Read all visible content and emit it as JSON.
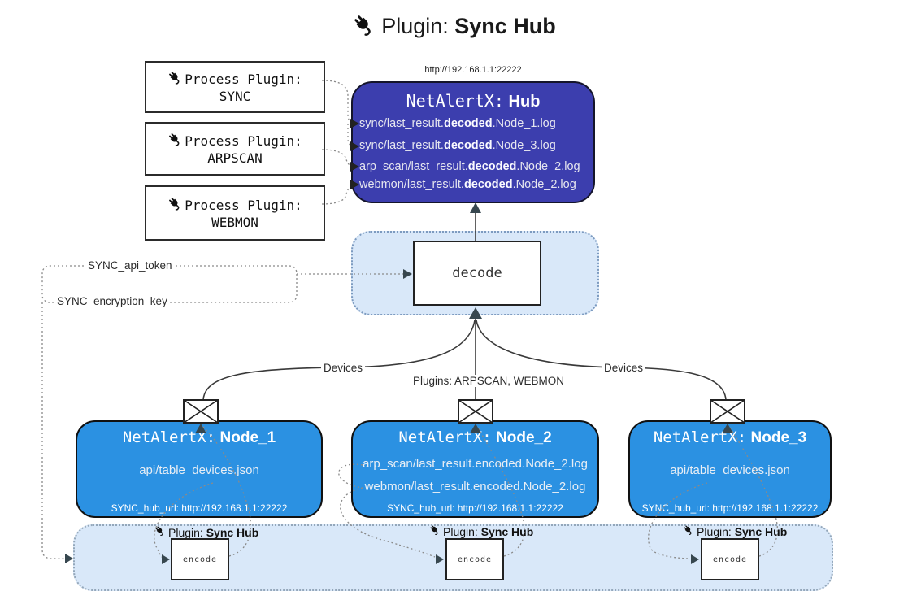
{
  "title": {
    "prefix": "Plugin:",
    "name": "Sync Hub"
  },
  "process_plugins": [
    {
      "line1": "Process Plugin:",
      "name": "SYNC"
    },
    {
      "line1": "Process Plugin:",
      "name": "ARPSCAN"
    },
    {
      "line1": "Process Plugin:",
      "name": "WEBMON"
    }
  ],
  "hub": {
    "url": "http://192.168.1.1:22222",
    "title_prefix": "NetAlertX:",
    "title_name": "Hub",
    "logs": [
      {
        "pre": "sync/last_result.",
        "mid": "decoded",
        "post": ".Node_1.log"
      },
      {
        "pre": "sync/last_result.",
        "mid": "decoded",
        "post": ".Node_3.log"
      },
      {
        "pre": "arp_scan/last_result.",
        "mid": "decoded",
        "post": ".Node_2.log"
      },
      {
        "pre": "webmon/last_result.",
        "mid": "decoded",
        "post": ".Node_2.log"
      }
    ]
  },
  "decode": {
    "label": "decode"
  },
  "settings": {
    "api_token": "SYNC_api_token",
    "encryption_key": "SYNC_encryption_key"
  },
  "edge_labels": {
    "devices_left": "Devices",
    "plugins_mid": "Plugins: ARPSCAN, WEBMON",
    "devices_right": "Devices"
  },
  "nodes": [
    {
      "title_prefix": "NetAlertX:",
      "title_name": "Node_1",
      "files": [
        "api/table_devices.json"
      ],
      "hub_url": "SYNC_hub_url: http://192.168.1.1:22222"
    },
    {
      "title_prefix": "NetAlertX:",
      "title_name": "Node_2",
      "files": [
        "arp_scan/last_result.encoded.Node_2.log",
        "webmon/last_result.encoded.Node_2.log"
      ],
      "hub_url": "SYNC_hub_url: http://192.168.1.1:22222"
    },
    {
      "title_prefix": "NetAlertX:",
      "title_name": "Node_3",
      "files": [
        "api/table_devices.json"
      ],
      "hub_url": "SYNC_hub_url: http://192.168.1.1:22222"
    }
  ],
  "encoders": [
    {
      "label_prefix": "Plugin:",
      "label_name": "Sync Hub",
      "box_label": "encode"
    },
    {
      "label_prefix": "Plugin:",
      "label_name": "Sync Hub",
      "box_label": "encode"
    },
    {
      "label_prefix": "Plugin:",
      "label_name": "Sync Hub",
      "box_label": "encode"
    }
  ],
  "colors": {
    "hub_fill": "#3c3eae",
    "node_fill": "#2b91e2",
    "panel_fill": "#d9e8f9",
    "arrow_dark": "#37474f",
    "dotted_gray": "#8a8a8a"
  }
}
